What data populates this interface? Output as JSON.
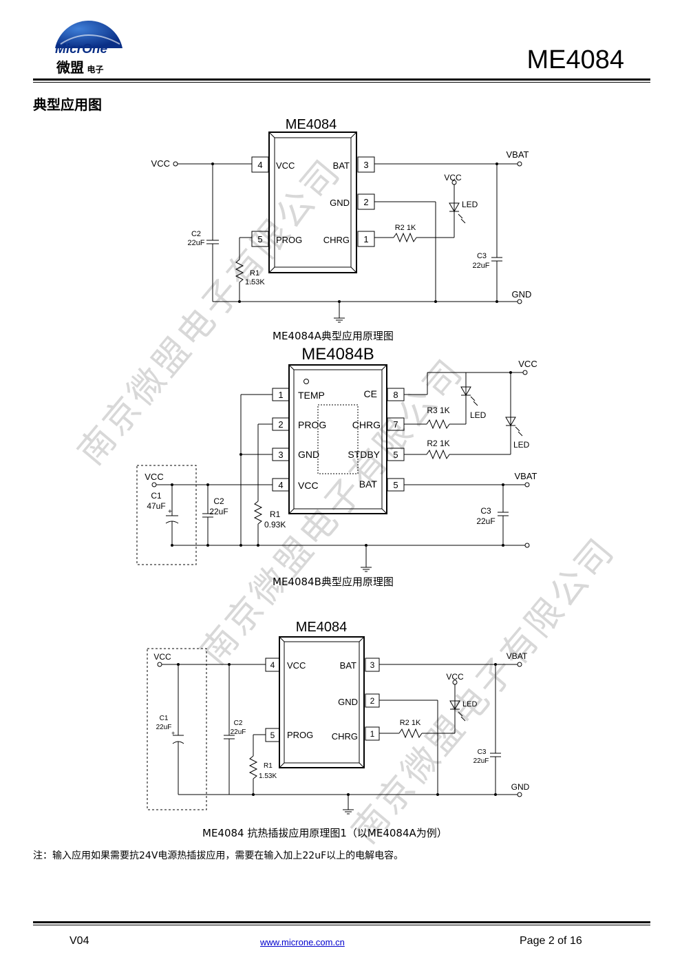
{
  "header": {
    "logo_latin": "MicrOne",
    "logo_cn": "微盟",
    "logo_cn_small": "电子",
    "part_number": "ME4084"
  },
  "section_title": "典型应用图",
  "watermarks": [
    "南京微盟电子有限公司",
    "南京微盟电子有限公司",
    "南京微盟电子有限公司"
  ],
  "diagram_a": {
    "chip_label": "ME4084",
    "pins": [
      {
        "num": "4",
        "name": "VCC"
      },
      {
        "num": "5",
        "name": "PROG"
      },
      {
        "num": "3",
        "name": "BAT"
      },
      {
        "num": "2",
        "name": "GND"
      },
      {
        "num": "1",
        "name": "CHRG"
      }
    ],
    "vcc": "VCC",
    "vbat": "VBAT",
    "gnd": "GND",
    "led_vcc": "VCC",
    "led": "LED",
    "c2": "C2",
    "c2_val": "22uF",
    "r1": "R1",
    "r1_val": "1.53K",
    "r2": "R2  1K",
    "c3": "C3",
    "c3_val": "22uF",
    "caption": "ME4084A典型应用原理图"
  },
  "diagram_b": {
    "chip_label": "ME4084B",
    "pins_left": [
      {
        "num": "1",
        "name": "TEMP"
      },
      {
        "num": "2",
        "name": "PROG"
      },
      {
        "num": "3",
        "name": "GND"
      },
      {
        "num": "4",
        "name": "VCC"
      }
    ],
    "pins_right": [
      {
        "num": "8",
        "name": "CE"
      },
      {
        "num": "7",
        "name": "CHRG"
      },
      {
        "num": "5",
        "name": "STDBY"
      },
      {
        "num": "5",
        "name": "BAT"
      }
    ],
    "vcc_in": "VCC",
    "vcc_top": "VCC",
    "vbat": "VBAT",
    "c1": "C1",
    "c1_val": "47uF",
    "c2": "C2",
    "c2_val": "22uF",
    "r1": "R1",
    "r1_val": "0.93K",
    "r3": "R3  1K",
    "r2": "R2  1K",
    "led1": "LED",
    "led2": "LED",
    "c3": "C3",
    "c3_val": "22uF",
    "caption": "ME4084B典型应用原理图"
  },
  "diagram_c": {
    "chip_label": "ME4084",
    "pins": [
      {
        "num": "4",
        "name": "VCC"
      },
      {
        "num": "5",
        "name": "PROG"
      },
      {
        "num": "3",
        "name": "BAT"
      },
      {
        "num": "2",
        "name": "GND"
      },
      {
        "num": "1",
        "name": "CHRG"
      }
    ],
    "vcc": "VCC",
    "vbat": "VBAT",
    "gnd": "GND",
    "led_vcc": "VCC",
    "led": "LED",
    "c1": "C1",
    "c1_val": "22uF",
    "c2": "C2",
    "c2_val": "22uF",
    "r1": "R1",
    "r1_val": "1.53K",
    "r2": "R2  1K",
    "c3": "C3",
    "c3_val": "22uF",
    "caption": "ME4084  抗热插拔应用原理图1（以ME4084A为例）"
  },
  "note": "注：输入应用如果需要抗24V电源热插拔应用，需要在输入加上22uF以上的电解电容。",
  "footer": {
    "version": "V04",
    "url": "www.microne.com.cn",
    "page": "Page 2 of 16"
  }
}
